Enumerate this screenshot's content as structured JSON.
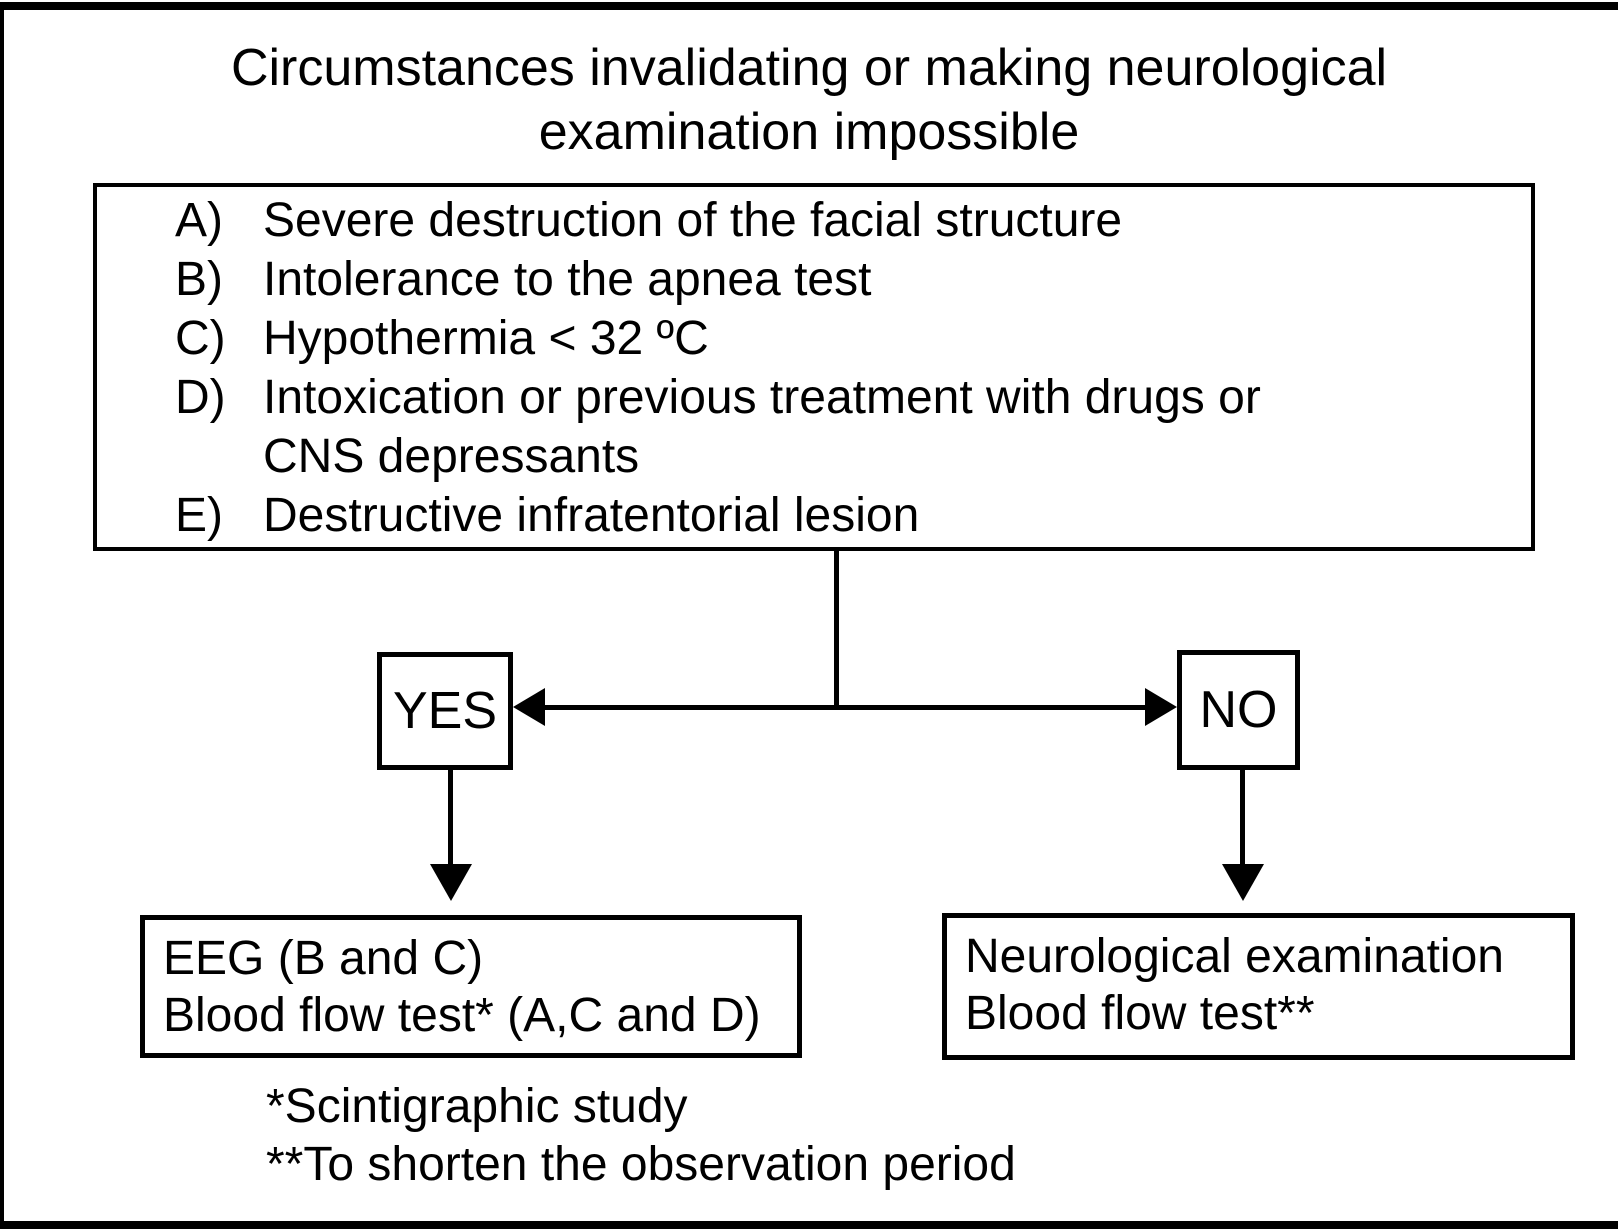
{
  "diagram": {
    "title_lines": [
      "Circumstances invalidating or making neurological",
      "examination impossible"
    ],
    "criteria": {
      "lines": [
        {
          "label": "A)",
          "text": "Severe destruction of the facial structure"
        },
        {
          "label": "B)",
          "text": "Intolerance to the apnea test"
        },
        {
          "label": "C)",
          "text": "Hypothermia < 32 ºC"
        },
        {
          "label": "D)",
          "text": "Intoxication or previous treatment with drugs or"
        },
        {
          "label": "",
          "text": "CNS depressants"
        },
        {
          "label": "E)",
          "text": "Destructive infratentorial lesion"
        }
      ]
    },
    "branches": {
      "yes_label": "YES",
      "no_label": "NO"
    },
    "outcomes": {
      "yes_lines": [
        "EEG (B and C)",
        "Blood flow test* (A,C and D)"
      ],
      "no_lines": [
        "Neurological examination",
        "Blood flow test**"
      ]
    },
    "footnotes": [
      "*Scintigraphic study",
      "**To shorten the observation period"
    ],
    "colors": {
      "line": "#000000",
      "background": "#ffffff"
    }
  }
}
